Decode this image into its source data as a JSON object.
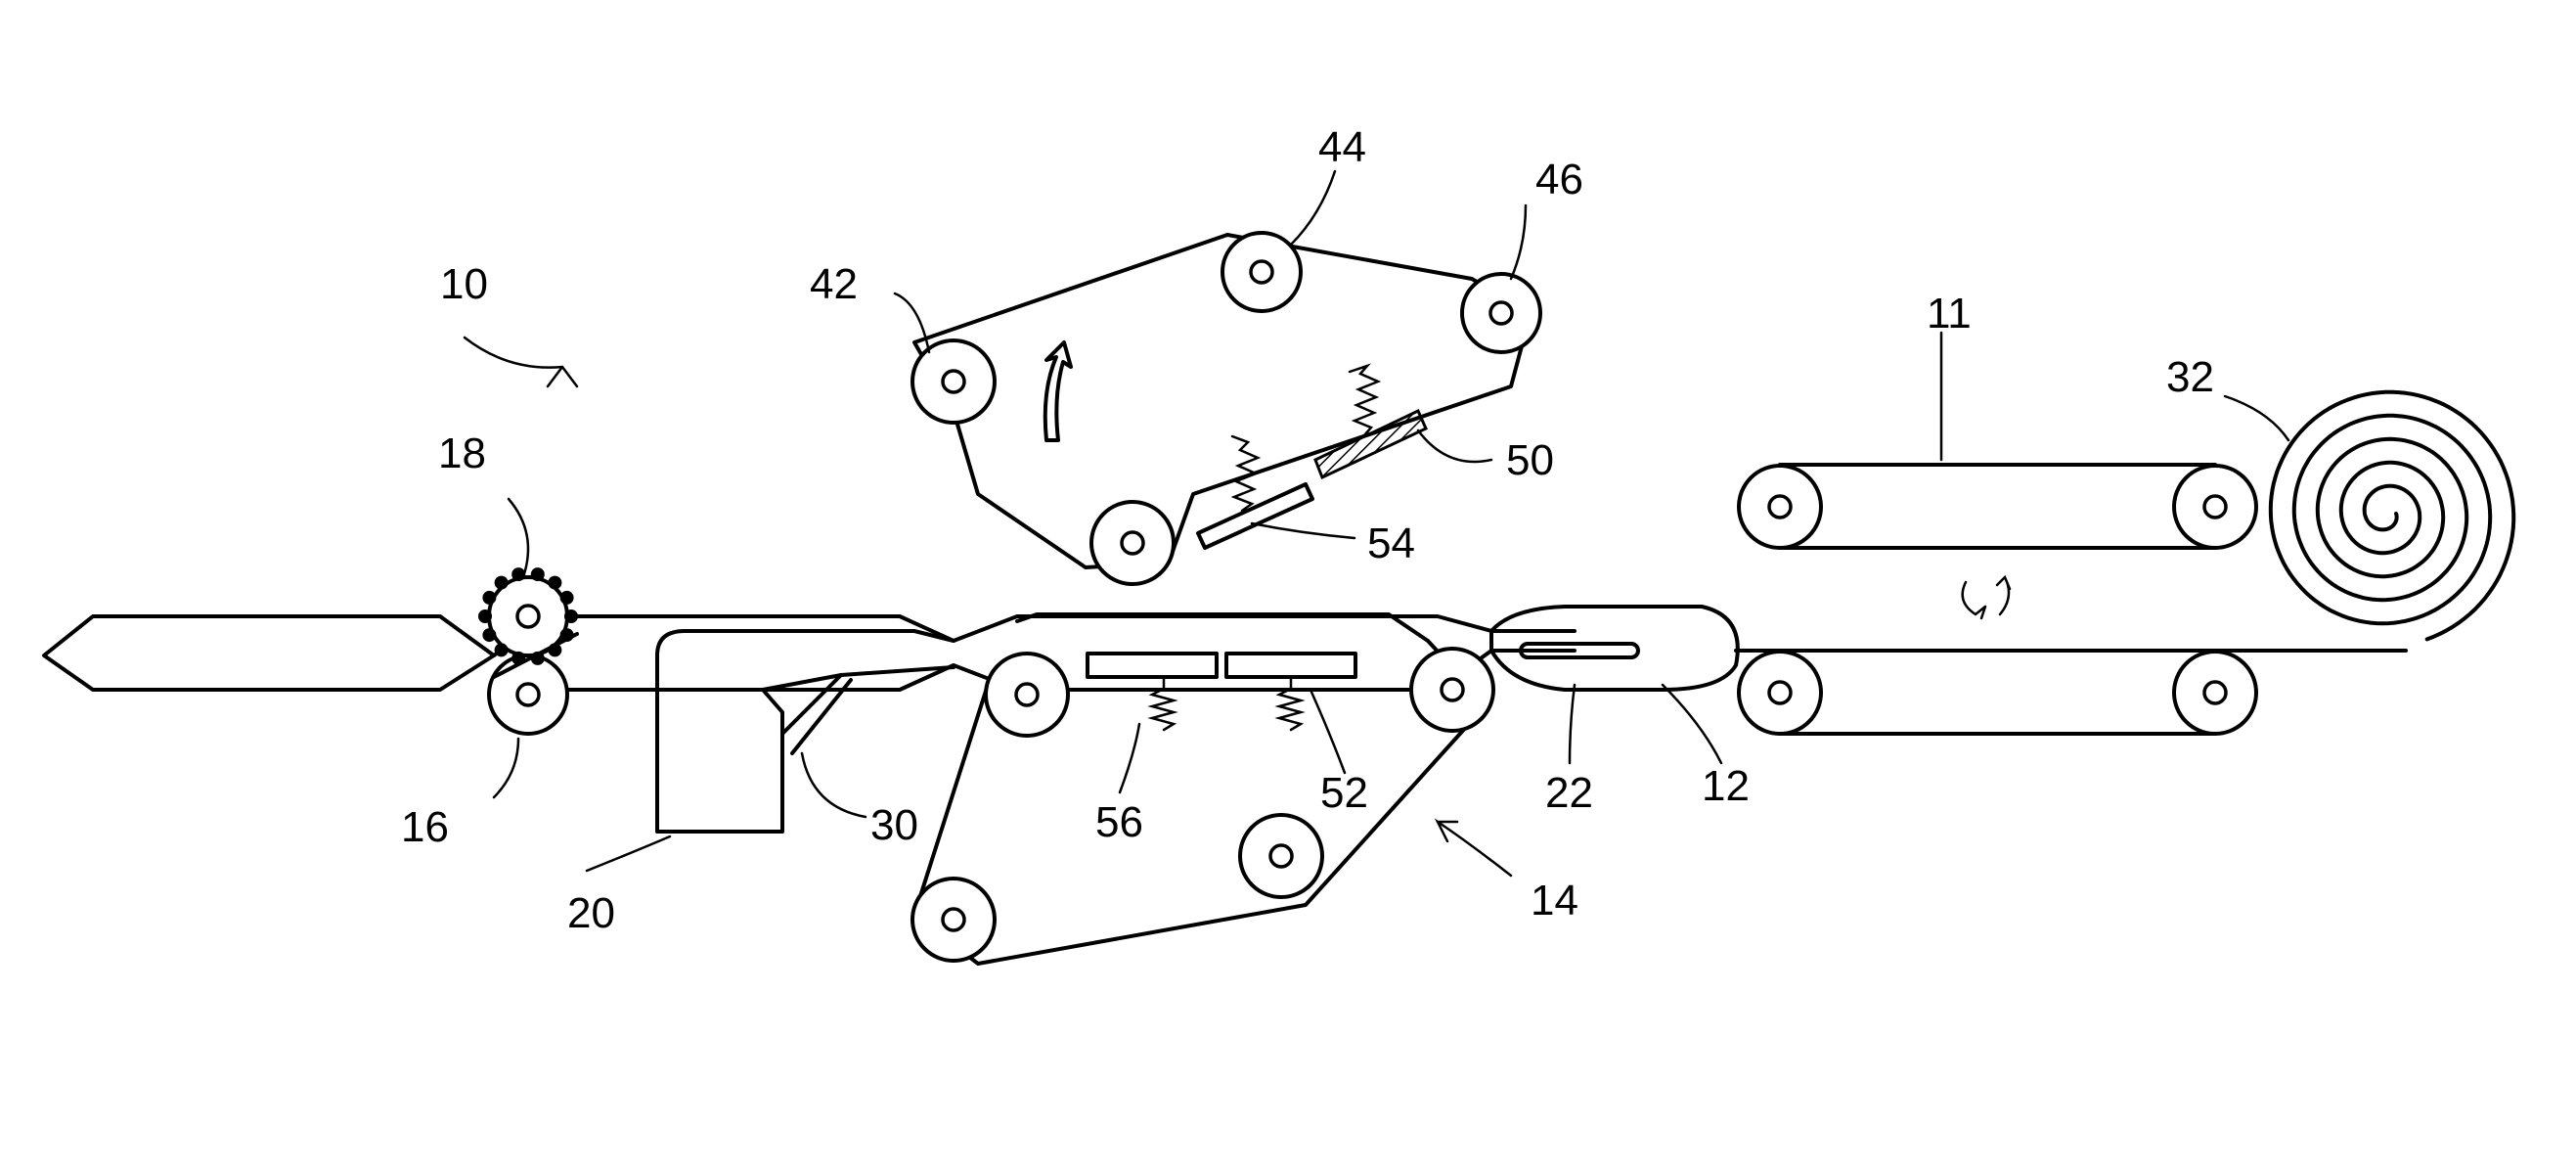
{
  "figure": {
    "reference_numerals": {
      "apparatus": "10",
      "upper_conveyor": "11",
      "tube": "12",
      "clamp_assembly": "14",
      "lower_roller": "16",
      "gear_roller": "18",
      "box": "20",
      "slot": "22",
      "guide": "30",
      "coil": "32",
      "roller_42": "42",
      "roller_44": "44",
      "roller_46": "46",
      "pad_50": "50",
      "pad_52": "52",
      "pad_54": "54",
      "pad_56": "56"
    }
  }
}
